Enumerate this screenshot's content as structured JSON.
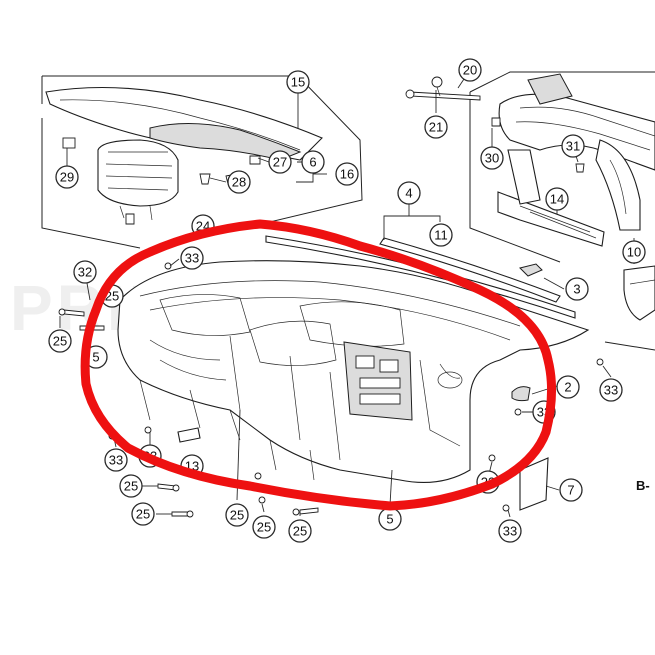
{
  "diagram": {
    "page_ref": "B-",
    "watermark": "PRIME HONDA",
    "highlight_color": "#ee1111",
    "callouts": [
      {
        "id": "c15",
        "label": "15"
      },
      {
        "id": "c20",
        "label": "20"
      },
      {
        "id": "c21",
        "label": "21"
      },
      {
        "id": "c30",
        "label": "30"
      },
      {
        "id": "c31",
        "label": "31"
      },
      {
        "id": "c29",
        "label": "29"
      },
      {
        "id": "c27",
        "label": "27"
      },
      {
        "id": "c6",
        "label": "6"
      },
      {
        "id": "c16",
        "label": "16"
      },
      {
        "id": "c28",
        "label": "28"
      },
      {
        "id": "c24",
        "label": "24"
      },
      {
        "id": "c4",
        "label": "4"
      },
      {
        "id": "c11",
        "label": "11"
      },
      {
        "id": "c14",
        "label": "14"
      },
      {
        "id": "c10",
        "label": "10"
      },
      {
        "id": "c33a",
        "label": "33"
      },
      {
        "id": "c32",
        "label": "32"
      },
      {
        "id": "c25a",
        "label": "25"
      },
      {
        "id": "c25b",
        "label": "25"
      },
      {
        "id": "c5a",
        "label": "5"
      },
      {
        "id": "c3",
        "label": "3"
      },
      {
        "id": "c33b",
        "label": "33"
      },
      {
        "id": "c2",
        "label": "2"
      },
      {
        "id": "c33c",
        "label": "33"
      },
      {
        "id": "c33d",
        "label": "33"
      },
      {
        "id": "c23",
        "label": "23"
      },
      {
        "id": "c13",
        "label": "13"
      },
      {
        "id": "c25c",
        "label": "25"
      },
      {
        "id": "c25d",
        "label": "25"
      },
      {
        "id": "c25e",
        "label": "25"
      },
      {
        "id": "c25f",
        "label": "25"
      },
      {
        "id": "c25g",
        "label": "25"
      },
      {
        "id": "c5b",
        "label": "5"
      },
      {
        "id": "c33e",
        "label": "33"
      },
      {
        "id": "c7",
        "label": "7"
      },
      {
        "id": "c23b",
        "label": "23"
      }
    ]
  }
}
